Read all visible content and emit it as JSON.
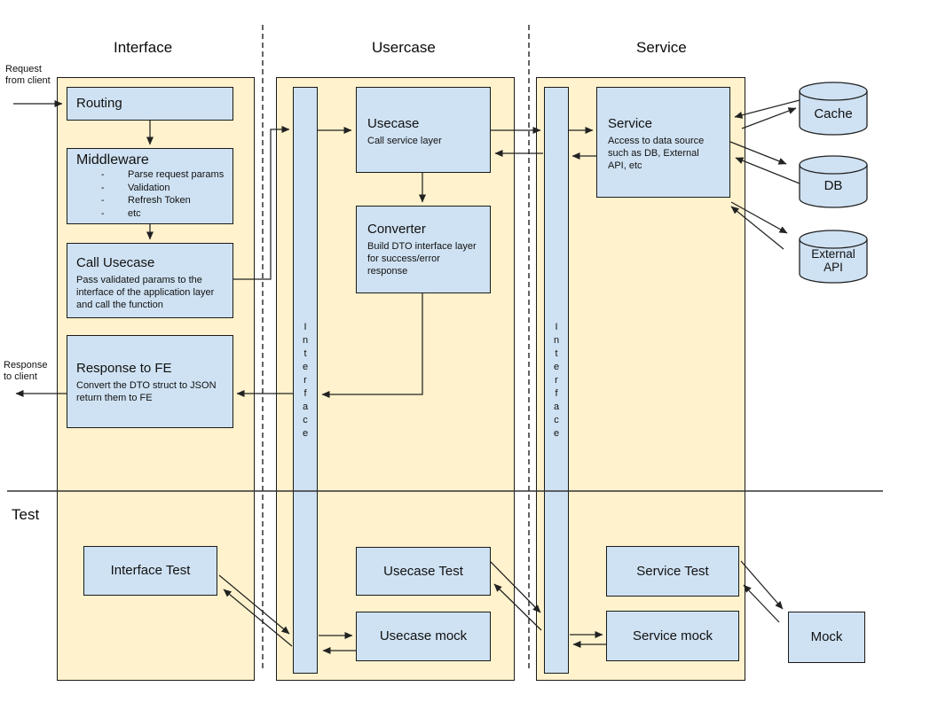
{
  "colors": {
    "panel_fill": "#fff2cc",
    "box_fill": "#cfe2f3",
    "border": "#1a1a1a",
    "line": "#222222"
  },
  "headers": {
    "interface": "Interface",
    "usercase": "Usercase",
    "service": "Service",
    "test": "Test"
  },
  "annotations": {
    "request": "Request\nfrom client",
    "response": "Response\nto client"
  },
  "interface_column": {
    "routing": {
      "title": "Routing"
    },
    "middleware": {
      "title": "Middleware",
      "items": [
        "Parse request params",
        "Validation",
        "Refresh Token",
        "etc"
      ]
    },
    "call_usecase": {
      "title": "Call Usecase",
      "body": "Pass validated params to the interface of the application layer and call the function"
    },
    "response_to_fe": {
      "title": "Response to FE",
      "body": "Convert the DTO struct to JSON return them to FE"
    },
    "test_box": "Interface Test"
  },
  "usercase_column": {
    "interface_bar": "I\nn\nt\ne\nr\nf\na\nc\ne",
    "usecase": {
      "title": "Usecase",
      "body": "Call service layer"
    },
    "converter": {
      "title": "Converter",
      "body": "Build DTO interface layer for success/error response"
    },
    "test_box": "Usecase Test",
    "mock_box": "Usecase mock"
  },
  "service_column": {
    "interface_bar": "I\nn\nt\ne\nr\nf\na\nc\ne",
    "service": {
      "title": "Service",
      "body": "Access to data source such as DB, External API, etc"
    },
    "test_box": "Service Test",
    "mock_box": "Service mock"
  },
  "datastores": {
    "cache": "Cache",
    "db": "DB",
    "external_api": "External API"
  },
  "mock_box": "Mock"
}
